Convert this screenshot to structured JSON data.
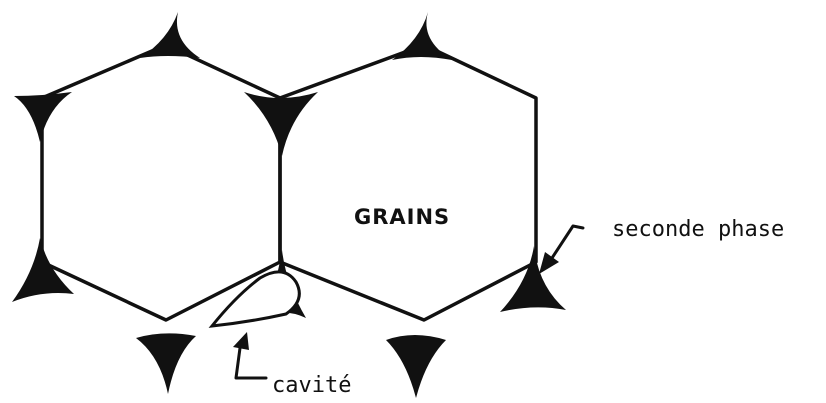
{
  "diagram": {
    "labels": {
      "grains": "GRAINS",
      "second_phase": "seconde phase",
      "cavity": "cavité"
    },
    "colors": {
      "ink": "#111111",
      "background": "#ffffff"
    }
  }
}
